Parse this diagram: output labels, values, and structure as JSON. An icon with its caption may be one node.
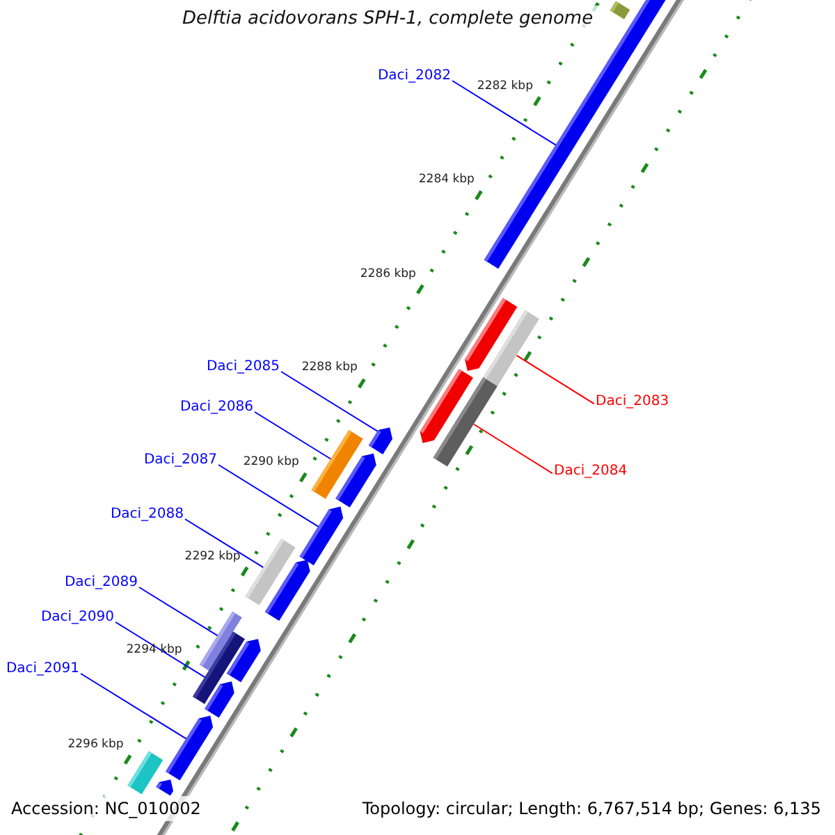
{
  "diagram": {
    "title": "Delftia acidovorans SPH-1, complete genome",
    "nodes": [
      {
        "text": [
          "Daci_2082"
        ]
      },
      {
        "text": [
          "Daci_2085"
        ]
      },
      {
        "text": [
          "Daci_2083"
        ]
      },
      {
        "text": [
          "Daci_2086"
        ]
      },
      {
        "text": [
          "Daci_2087"
        ]
      },
      {
        "text": [
          "Daci_2084"
        ]
      },
      {
        "text": [
          "Daci_2088"
        ]
      },
      {
        "text": [
          "Daci_2089"
        ]
      },
      {
        "text": [
          "Daci_2090"
        ]
      },
      {
        "text": [
          "Daci_2091"
        ]
      },
      {
        "text": [],
        "shape": "box"
      },
      {
        "text": [],
        "shape": "pentagon"
      },
      {
        "text": [],
        "shape": "pentagon"
      },
      {
        "text": [],
        "shape": "box"
      },
      {
        "text": [],
        "shape": "pentagon"
      },
      {
        "text": [],
        "shape": "box"
      },
      {
        "text": [],
        "shape": "pentagon"
      },
      {
        "text": [],
        "shape": "box"
      },
      {
        "text": [],
        "shape": "pentagon"
      },
      {
        "text": [],
        "shape": "pentagon"
      },
      {
        "text": [],
        "shape": "box"
      },
      {
        "text": [],
        "shape": "pentagon"
      },
      {
        "text": [],
        "shape": "box"
      },
      {
        "text": [],
        "shape": "box"
      },
      {
        "text": [],
        "shape": "pentagon"
      },
      {
        "text": [],
        "shape": "pentagon"
      },
      {
        "text": [],
        "shape": "pentagon"
      },
      {
        "text": [],
        "shape": "box"
      },
      {
        "text": [],
        "shape": "pentagon"
      }
    ],
    "edges": [
      {
        "from": 0,
        "to": 11,
        "arrow": "none"
      },
      {
        "from": 1,
        "to": 16,
        "arrow": "none"
      },
      {
        "from": 2,
        "to": 13,
        "arrow": "none",
        "color": "#ff0000"
      },
      {
        "from": 3,
        "to": 17,
        "arrow": "none"
      },
      {
        "from": 4,
        "to": 19,
        "arrow": "none"
      },
      {
        "from": 5,
        "to": 15,
        "arrow": "none",
        "color": "#ff0000"
      },
      {
        "from": 6,
        "to": 20,
        "arrow": "none"
      },
      {
        "from": 7,
        "to": 22,
        "arrow": "none"
      },
      {
        "from": 8,
        "to": 23,
        "arrow": "none"
      },
      {
        "from": 9,
        "to": 26,
        "arrow": "none"
      }
    ],
    "labels": [
      "2282 kbp",
      "2284 kbp",
      "2286 kbp",
      "2288 kbp",
      "2290 kbp",
      "2292 kbp",
      "2294 kbp",
      "2296 kbp",
      "Accession: NC_010002",
      "Topology: circular; Length: 6,767,514 bp; Genes: 6,135"
    ]
  }
}
